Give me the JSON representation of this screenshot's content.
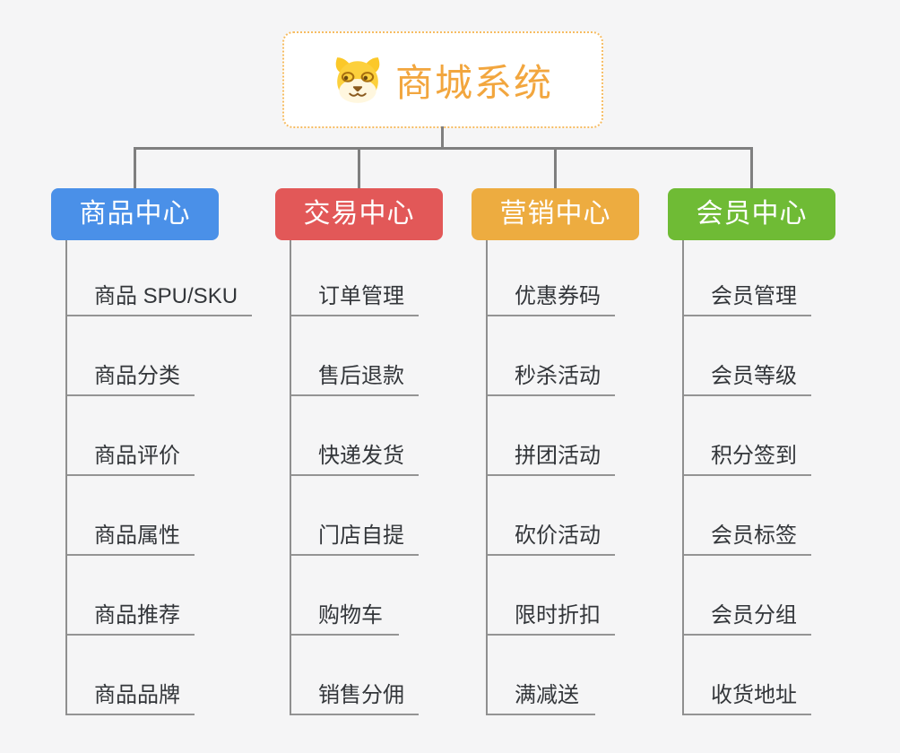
{
  "root": {
    "title": "商城系统",
    "icon": "shiba-dog-icon",
    "accent_color": "#f2a63e",
    "border_color": "#f6bc62"
  },
  "branches": [
    {
      "label": "商品中心",
      "color": "#4a90e8",
      "children": [
        "商品 SPU/SKU",
        "商品分类",
        "商品评价",
        "商品属性",
        "商品推荐",
        "商品品牌"
      ]
    },
    {
      "label": "交易中心",
      "color": "#e25858",
      "children": [
        "订单管理",
        "售后退款",
        "快递发货",
        "门店自提",
        "购物车",
        "销售分佣"
      ]
    },
    {
      "label": "营销中心",
      "color": "#edac40",
      "children": [
        "优惠券码",
        "秒杀活动",
        "拼团活动",
        "砍价活动",
        "限时折扣",
        "满减送"
      ]
    },
    {
      "label": "会员中心",
      "color": "#6fbb35",
      "children": [
        "会员管理",
        "会员等级",
        "积分签到",
        "会员标签",
        "会员分组",
        "收货地址"
      ]
    }
  ],
  "connector_color": "#7f7f7f",
  "line_color": "#949494",
  "background_color": "#f5f5f6"
}
